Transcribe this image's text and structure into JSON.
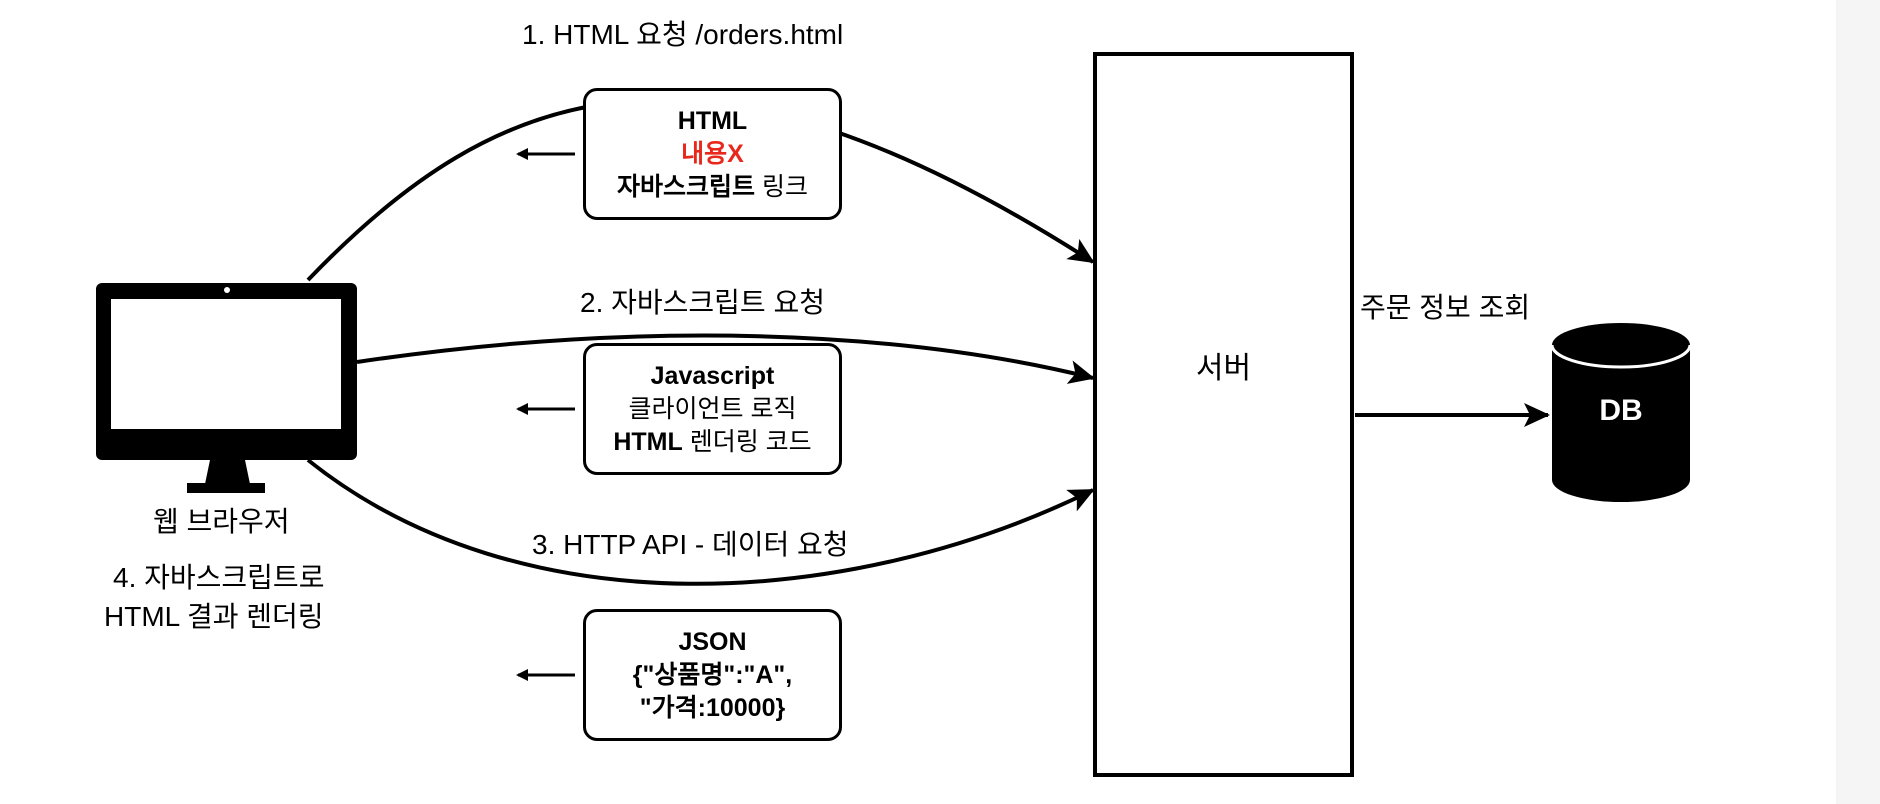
{
  "requests": {
    "req1": "1. HTML 요청 /orders.html",
    "req2": "2. 자바스크립트 요청",
    "req3": "3. HTTP API -  데이터 요청"
  },
  "boxes": {
    "html_box": {
      "line1": "HTML",
      "line2": "내용X",
      "line3_bold": "자바스크립트",
      "line3_rest": " 링크"
    },
    "js_box": {
      "line1": "Javascript",
      "line2": "클라이언트 로직",
      "line3_bold": "HTML",
      "line3_rest": " 렌더링 코드"
    },
    "json_box": {
      "line1": "JSON",
      "line2": "{\"상품명\":\"A\",",
      "line3": "\"가격:10000}"
    }
  },
  "browser": {
    "label": "웹 브라우저",
    "step4_line1": "4. 자바스크립트로",
    "step4_line2": "HTML 결과 렌더링"
  },
  "server": {
    "label": "서버"
  },
  "db": {
    "label": "DB",
    "query_label": "주문 정보 조회"
  },
  "colors": {
    "stroke": "#000000",
    "highlight": "#e8281c",
    "background": "#ffffff"
  }
}
